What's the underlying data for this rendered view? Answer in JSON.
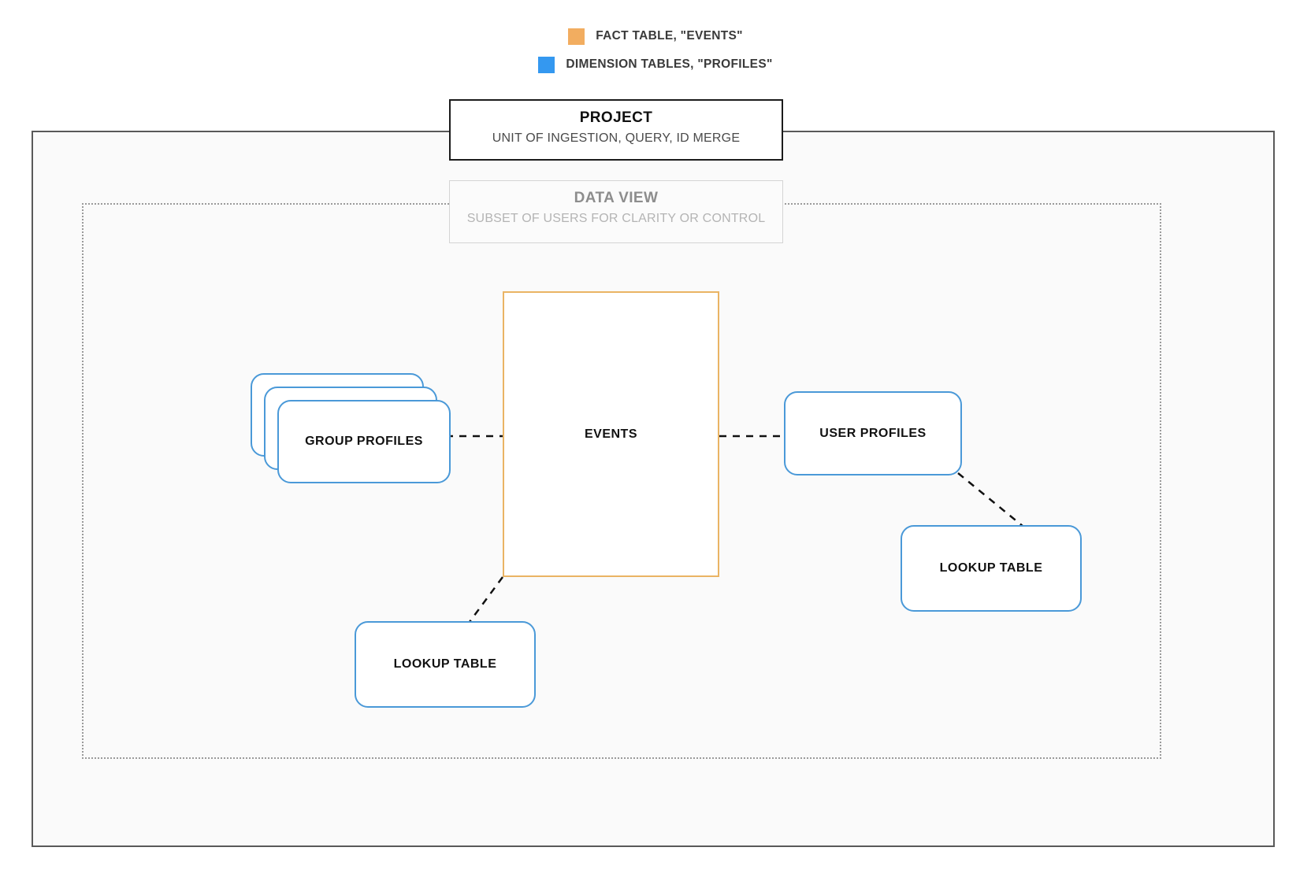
{
  "legend": {
    "items": [
      {
        "swatch_color": "#f2ad60",
        "label": "FACT TABLE, \"EVENTS\"",
        "icon": "orange-square-swatch"
      },
      {
        "swatch_color": "#3498f0",
        "label": "DIMENSION TABLES, \"PROFILES\"",
        "icon": "blue-square-swatch"
      }
    ]
  },
  "project": {
    "title": "PROJECT",
    "subtitle": "UNIT OF INGESTION, QUERY, ID MERGE",
    "border_color": "#1b1b1b"
  },
  "data_view": {
    "title": "DATA VIEW",
    "subtitle": "SUBSET OF USERS FOR CLARITY OR CONTROL",
    "border_color": "#d4d4d4"
  },
  "entities": {
    "events": {
      "label": "EVENTS",
      "kind": "fact-table",
      "border_color": "#eab464"
    },
    "group_profiles": {
      "label": "GROUP PROFILES",
      "kind": "dimension-table-stack",
      "stack_count": 3,
      "border_color": "#4a99d8"
    },
    "user_profiles": {
      "label": "USER PROFILES",
      "kind": "dimension-table",
      "border_color": "#4a99d8"
    },
    "lookup_table_left": {
      "label": "LOOKUP TABLE",
      "kind": "dimension-table",
      "border_color": "#4a99d8"
    },
    "lookup_table_right": {
      "label": "LOOKUP TABLE",
      "kind": "dimension-table",
      "border_color": "#4a99d8"
    }
  },
  "connections": [
    {
      "name": "group-profiles-to-events",
      "from": "group_profiles",
      "to": "events",
      "style": "dashed"
    },
    {
      "name": "events-to-user-profiles",
      "from": "events",
      "to": "user_profiles",
      "style": "dashed"
    },
    {
      "name": "user-profiles-to-lookup-right",
      "from": "user_profiles",
      "to": "lookup_table_right",
      "style": "dashed"
    },
    {
      "name": "events-to-lookup-left",
      "from": "events",
      "to": "lookup_table_left",
      "style": "dashed"
    }
  ]
}
